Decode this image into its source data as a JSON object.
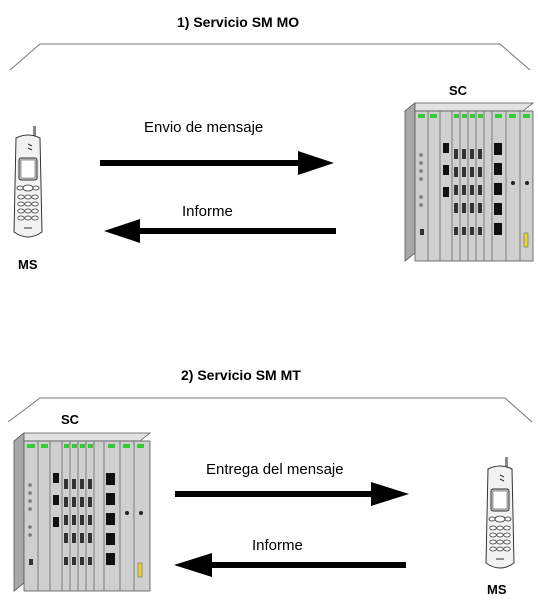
{
  "colors": {
    "line": "#000000",
    "enclosure": "#c9c9c9",
    "led_green": "#33cc33",
    "led_yellow": "#e6d23a",
    "phone_body": "#f2f2f2"
  },
  "scenarios": [
    {
      "title": "1) Servicio SM MO",
      "phone_label": "MS",
      "server_label": "SC",
      "arrow_forward_label": "Envio de mensaje",
      "arrow_back_label": "Informe"
    },
    {
      "title": "2) Servicio SM MT",
      "phone_label": "MS",
      "server_label": "SC",
      "arrow_forward_label": "Entrega del mensaje",
      "arrow_back_label": "Informe"
    }
  ],
  "icons": {
    "phone": "mobile-phone-icon",
    "server": "server-rack-icon"
  }
}
